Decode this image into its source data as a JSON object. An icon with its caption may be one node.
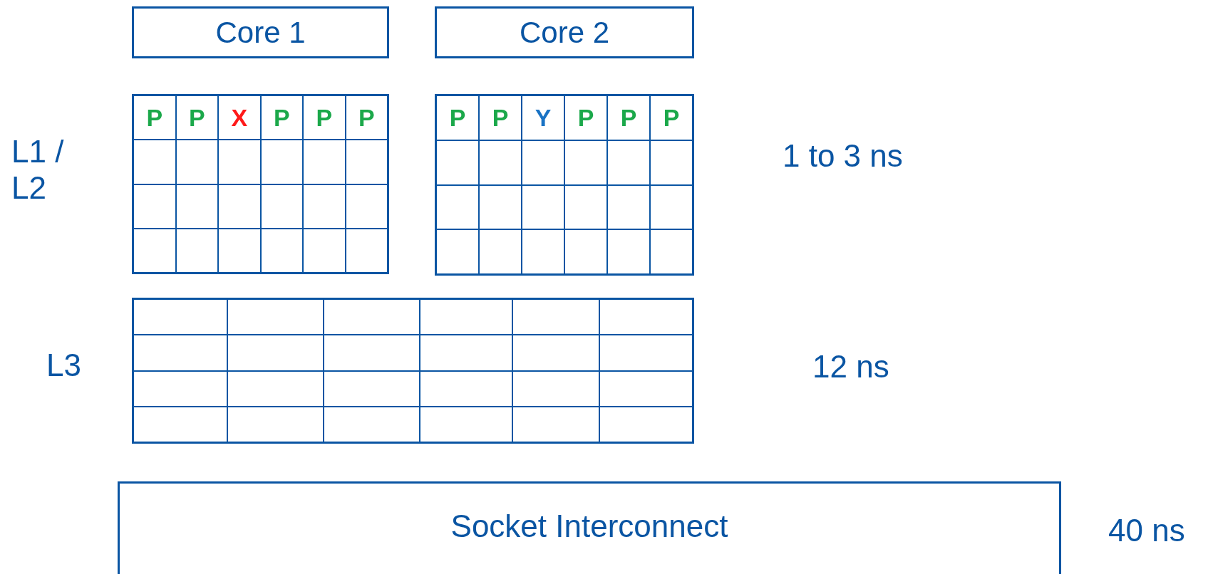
{
  "diagram": {
    "nodes": [
      {
        "text": [
          "Core 1"
        ]
      },
      {
        "text": [
          "Core 2"
        ]
      },
      {
        "text": [
          "Socket Interconnect"
        ]
      }
    ],
    "labels": [
      "P",
      "P",
      "X",
      "P",
      "P",
      "P",
      "P",
      "P",
      "Y",
      "P",
      "P",
      "P",
      "L1 / L2",
      "1 to 3 ns",
      "L3",
      "12 ns",
      "40 ns"
    ]
  }
}
